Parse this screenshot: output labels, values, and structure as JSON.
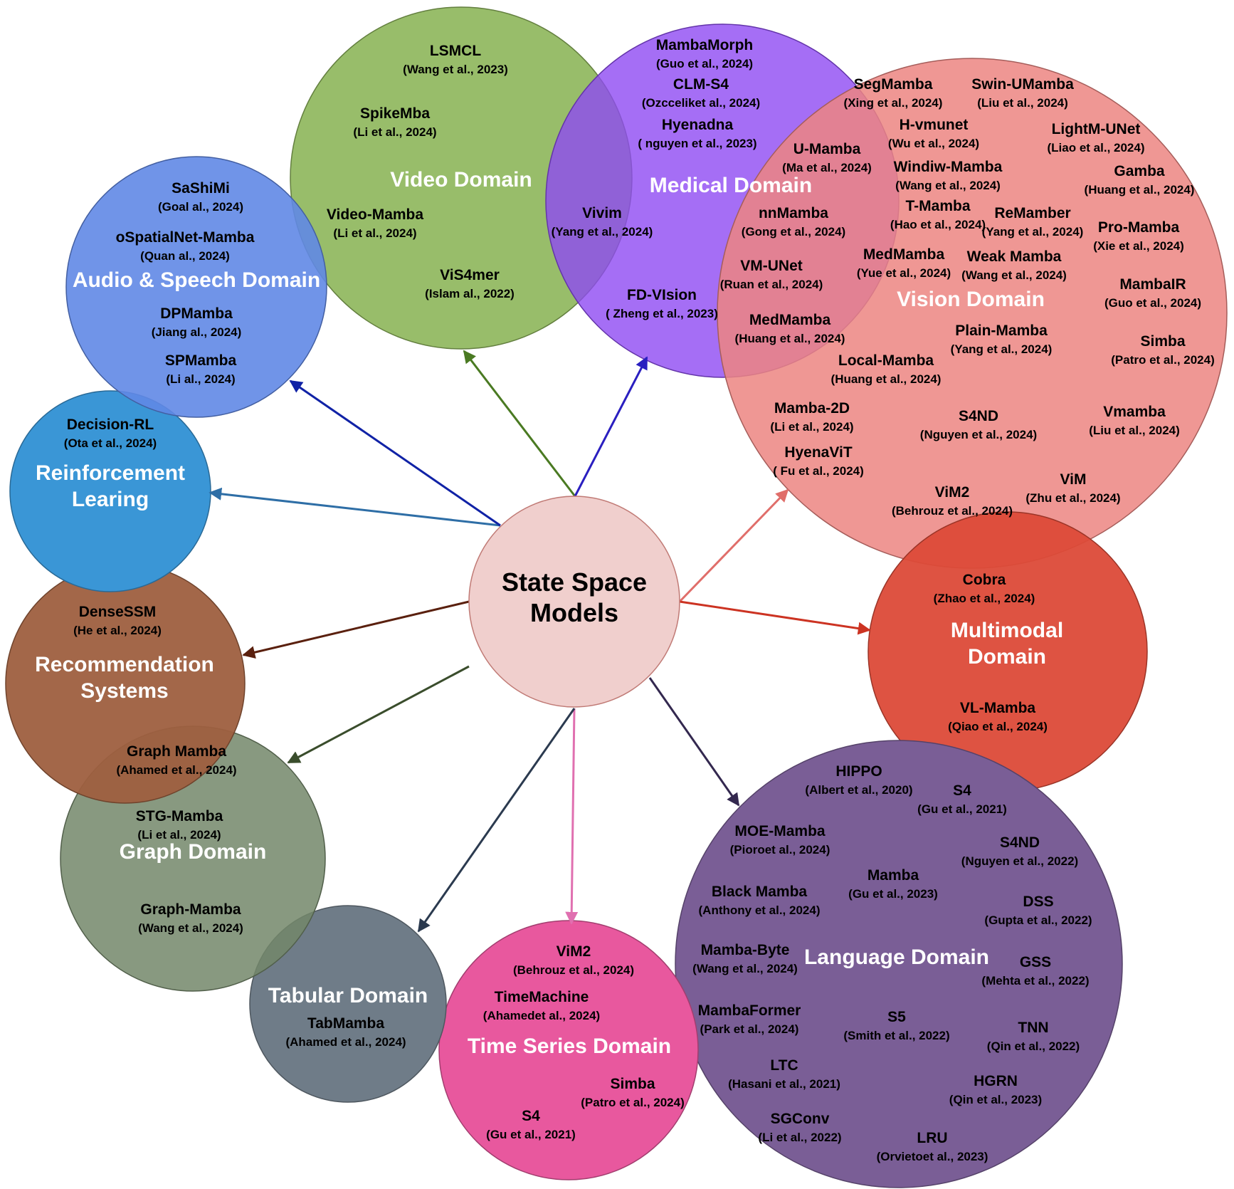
{
  "center": {
    "title_lines": [
      "State Space",
      "Models"
    ],
    "color": "#f0cfcd"
  },
  "domains": [
    {
      "key": "video",
      "title_lines": [
        "Video Domain"
      ],
      "color": "#8db65a",
      "arrow_color": "#4a7a22",
      "models": [
        {
          "name": "LSMCL",
          "cite": "(Wang et al., 2023)"
        },
        {
          "name": "SpikeMba",
          "cite": "(Li et al., 2024)"
        },
        {
          "name": "Video-Mamba",
          "cite": "(Li et al., 2024)"
        },
        {
          "name": "ViS4mer",
          "cite": "(Islam al., 2022)"
        },
        {
          "name": "Vivim",
          "cite": "(Yang et al., 2024)"
        }
      ]
    },
    {
      "key": "medical",
      "title_lines": [
        "Medical Domain"
      ],
      "color": "#8e4af2",
      "arrow_color": "#2a1fc0",
      "models": [
        {
          "name": "MambaMorph",
          "cite": "(Guo et al., 2024)"
        },
        {
          "name": "CLM-S4",
          "cite": "(Ozcceliket al., 2024)"
        },
        {
          "name": "Hyenadna",
          "cite": "( nguyen et al., 2023)"
        },
        {
          "name": "FD-VIsion",
          "cite": "( Zheng et al., 2023)"
        },
        {
          "name": "U-Mamba",
          "cite": "(Ma et al., 2024)"
        },
        {
          "name": "nnMamba",
          "cite": "(Gong et al., 2024)"
        },
        {
          "name": "VM-UNet",
          "cite": "(Ruan et al., 2024)"
        },
        {
          "name": "MedMamba",
          "cite": "(Huang et al., 2024)"
        }
      ]
    },
    {
      "key": "vision",
      "title_lines": [
        "Vision Domain"
      ],
      "color": "#ec8581",
      "arrow_color": "#e06e6a",
      "models": [
        {
          "name": "SegMamba",
          "cite": "(Xing et al., 2024)"
        },
        {
          "name": "Swin-UMamba",
          "cite": "(Liu et al., 2024)"
        },
        {
          "name": "H-vmunet",
          "cite": "(Wu et al., 2024)"
        },
        {
          "name": "LightM-UNet",
          "cite": "(Liao et al., 2024)"
        },
        {
          "name": "Windiw-Mamba",
          "cite": "(Wang et al., 2024)"
        },
        {
          "name": "Gamba",
          "cite": "(Huang et al., 2024)"
        },
        {
          "name": "T-Mamba",
          "cite": "(Hao et al., 2024)"
        },
        {
          "name": "ReMamber",
          "cite": "(Yang et al., 2024)"
        },
        {
          "name": "Pro-Mamba",
          "cite": "(Xie et al., 2024)"
        },
        {
          "name": "MedMamba",
          "cite": "(Yue et al., 2024)"
        },
        {
          "name": "Weak Mamba",
          "cite": "(Wang et al., 2024)"
        },
        {
          "name": "MambaIR",
          "cite": "(Guo et al., 2024)"
        },
        {
          "name": "Plain-Mamba",
          "cite": "(Yang et al., 2024)"
        },
        {
          "name": "Simba",
          "cite": "(Patro et al., 2024)"
        },
        {
          "name": "Local-Mamba",
          "cite": "(Huang et al., 2024)"
        },
        {
          "name": "Mamba-2D",
          "cite": "(Li et al., 2024)"
        },
        {
          "name": "S4ND",
          "cite": "(Nguyen et al., 2024)"
        },
        {
          "name": "Vmamba",
          "cite": "(Liu et al., 2024)"
        },
        {
          "name": "HyenaViT",
          "cite": "( Fu et al., 2024)"
        },
        {
          "name": "ViM2",
          "cite": "(Behrouz et al., 2024)"
        },
        {
          "name": "ViM",
          "cite": "(Zhu et al., 2024)"
        }
      ]
    },
    {
      "key": "multimodal",
      "title_lines": [
        "Multimodal",
        "Domain"
      ],
      "color": "#dc4a38",
      "arrow_color": "#cc3322",
      "models": [
        {
          "name": "Cobra",
          "cite": "(Zhao et al., 2024)"
        },
        {
          "name": "VL-Mamba",
          "cite": "(Qiao et al., 2024)"
        }
      ]
    },
    {
      "key": "language",
      "title_lines": [
        "Language Domain"
      ],
      "color": "#7a5e96",
      "arrow_color": "#33284f",
      "models": [
        {
          "name": "HIPPO",
          "cite": "(Albert et al., 2020)"
        },
        {
          "name": "S4",
          "cite": "(Gu et al., 2021)"
        },
        {
          "name": "MOE-Mamba",
          "cite": "(Pioroet al., 2024)"
        },
        {
          "name": "S4ND",
          "cite": "(Nguyen et al., 2022)"
        },
        {
          "name": "Mamba",
          "cite": "(Gu et al., 2023)"
        },
        {
          "name": "Black Mamba",
          "cite": "(Anthony et al., 2024)"
        },
        {
          "name": "DSS",
          "cite": "(Gupta et al., 2022)"
        },
        {
          "name": "Mamba-Byte",
          "cite": "(Wang et al., 2024)"
        },
        {
          "name": "GSS",
          "cite": "(Mehta  et al., 2022)"
        },
        {
          "name": "MambaFormer",
          "cite": "(Park et al., 2024)"
        },
        {
          "name": "S5",
          "cite": "(Smith et al., 2022)"
        },
        {
          "name": "TNN",
          "cite": "(Qin et al., 2022)"
        },
        {
          "name": "LTC",
          "cite": "(Hasani et al., 2021)"
        },
        {
          "name": "HGRN",
          "cite": "(Qin et al., 2023)"
        },
        {
          "name": "SGConv",
          "cite": "(Li et al., 2022)"
        },
        {
          "name": "LRU",
          "cite": "(Orvietoet al., 2023)"
        }
      ]
    },
    {
      "key": "timeseries",
      "title_lines": [
        "Time Series Domain"
      ],
      "color": "#e8589e",
      "arrow_color": "#e070b0",
      "models": [
        {
          "name": "ViM2",
          "cite": "(Behrouz et al., 2024)"
        },
        {
          "name": "TimeMachine",
          "cite": "(Ahamedet al., 2024)"
        },
        {
          "name": "Simba",
          "cite": "(Patro et al., 2024)"
        },
        {
          "name": "S4",
          "cite": "(Gu et al., 2021)"
        }
      ]
    },
    {
      "key": "tabular",
      "title_lines": [
        "Tabular Domain"
      ],
      "color": "#6f7c88",
      "arrow_color": "#2b3a4f",
      "models": [
        {
          "name": "TabMamba",
          "cite": "(Ahamed et al., 2024)"
        }
      ]
    },
    {
      "key": "graph",
      "title_lines": [
        "Graph Domain"
      ],
      "color": "#73876a",
      "arrow_color": "#3a4d2c",
      "models": [
        {
          "name": "Graph Mamba",
          "cite": "(Ahamed et al., 2024)"
        },
        {
          "name": "STG-Mamba",
          "cite": "(Li et al., 2024)"
        },
        {
          "name": "Graph-Mamba",
          "cite": "(Wang et al., 2024)"
        }
      ]
    },
    {
      "key": "recommendation",
      "title_lines": [
        "Recommendation",
        "Systems"
      ],
      "color": "#9e5f3f",
      "arrow_color": "#5a200e",
      "models": [
        {
          "name": "DenseSSM",
          "cite": "(He et al., 2024)"
        }
      ]
    },
    {
      "key": "reinforcement",
      "title_lines": [
        "Reinforcement",
        "Learing"
      ],
      "color": "#3a96d6",
      "arrow_color": "#2e6ea6",
      "models": [
        {
          "name": "Decision-RL",
          "cite": "(Ota et al., 2024)"
        }
      ]
    },
    {
      "key": "audio",
      "title_lines": [
        "Audio & Speech Domain"
      ],
      "color": "#6088e6",
      "arrow_color": "#1022a6",
      "models": [
        {
          "name": "SaShiMi",
          "cite": "(Goal al., 2024)"
        },
        {
          "name": "oSpatialNet-Mamba",
          "cite": "(Quan al., 2024)"
        },
        {
          "name": "DPMamba",
          "cite": "(Jiang al., 2024)"
        },
        {
          "name": "SPMamba",
          "cite": "(Li al., 2024)"
        }
      ]
    }
  ]
}
